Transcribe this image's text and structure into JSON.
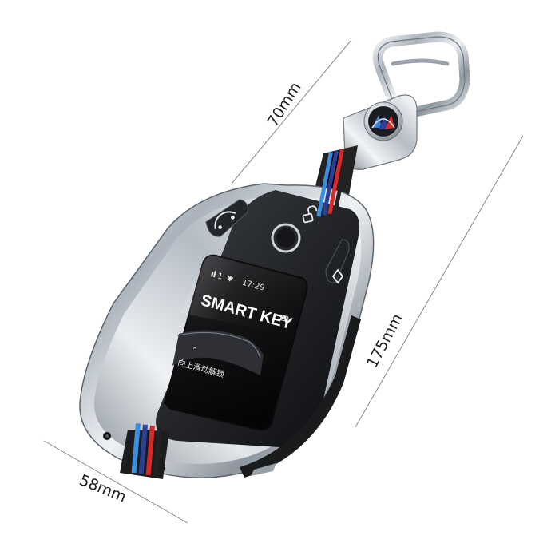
{
  "dimensions": {
    "width": "58mm",
    "strap_length": "70mm",
    "total_length": "175mm"
  },
  "screen": {
    "status_icon_1": "signal-icon",
    "status_text_1": "1",
    "status_icon_2": "bluetooth-icon",
    "time": "17:29",
    "headline": "SMART KEY",
    "unlock_hint": "向上滑动解锁",
    "battery_icon": "battery-icon"
  },
  "key_buttons": [
    "lock-open-icon",
    "car-roof-icon",
    "diamond-button-icon",
    "led-button-icon"
  ],
  "strap_colors": [
    "#3a8ee0",
    "#2a3f95",
    "#d32a2a",
    "#222222"
  ],
  "case_color": "#c8cdd3"
}
